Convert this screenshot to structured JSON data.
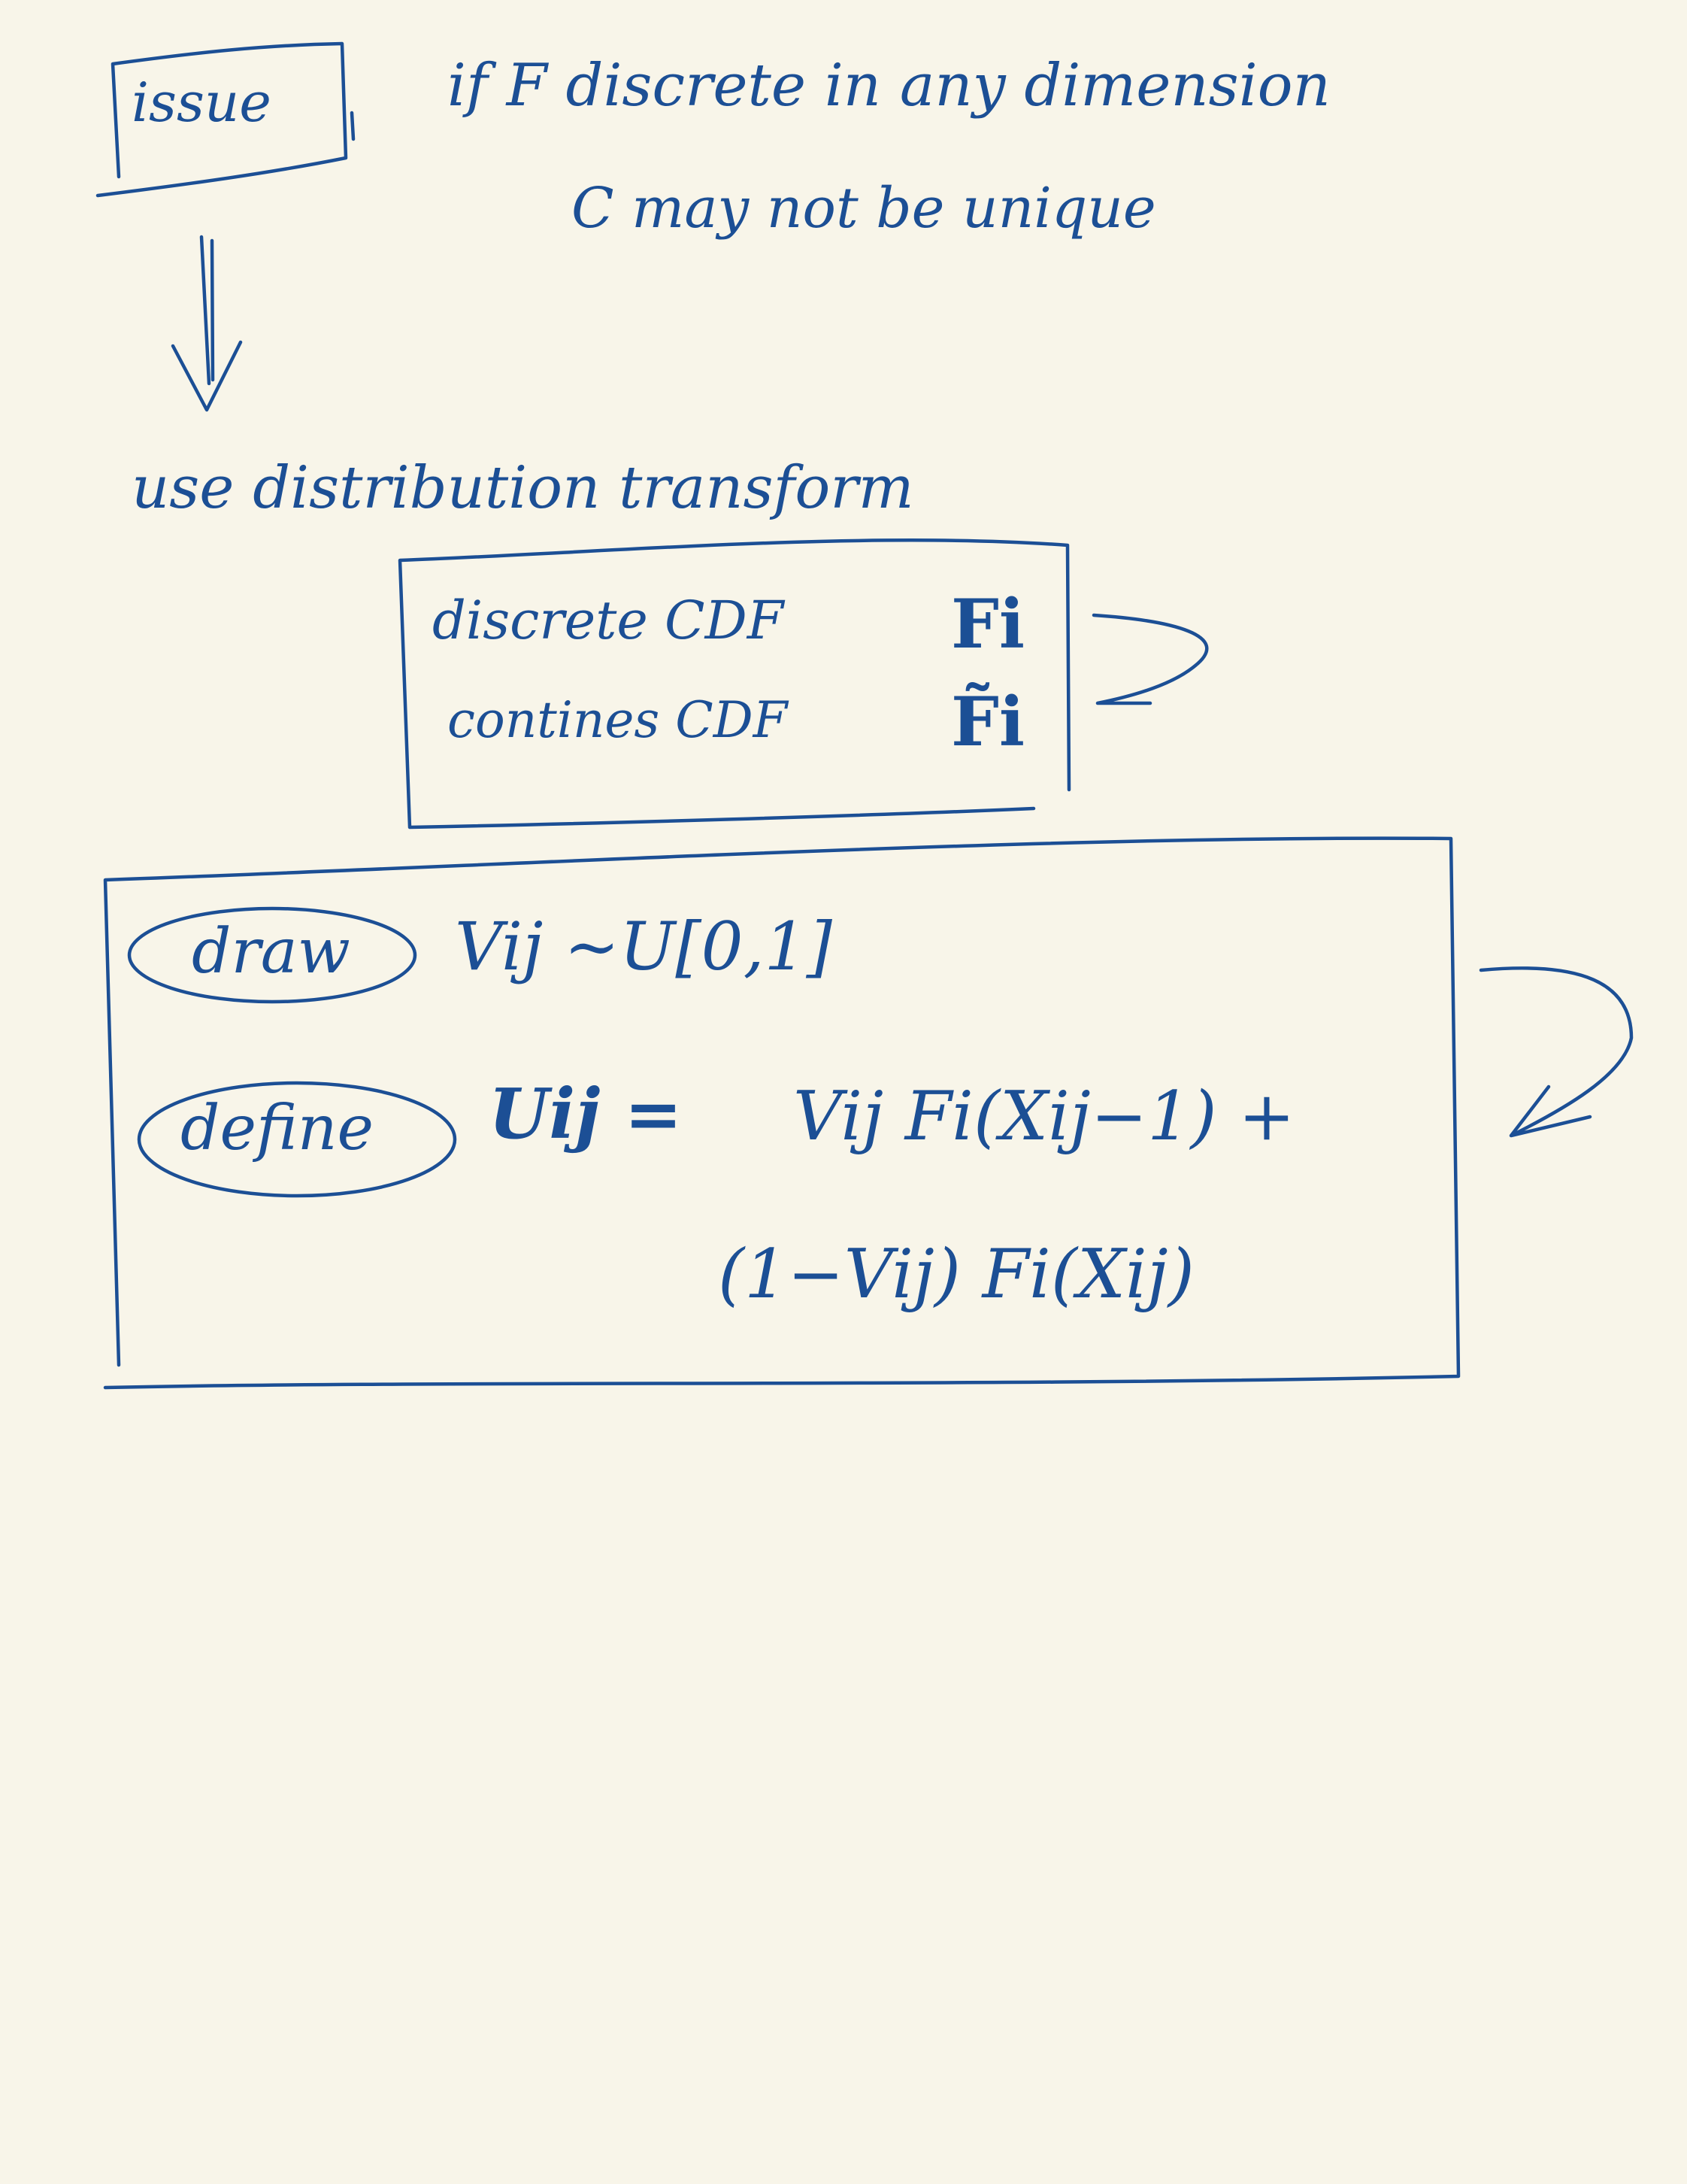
{
  "note": {
    "issue_label": "issue",
    "issue_line1": "if F discrete in any dimension",
    "issue_line2": "C may not be unique",
    "transform_heading": "use distribution transform",
    "cdf_box": {
      "discrete_label": "discrete CDF",
      "discrete_symbol": "Fi",
      "continuous_label": "contines CDF",
      "continuous_symbol": "F̃i"
    },
    "procedure_box": {
      "draw_label": "draw",
      "draw_formula": "Vij ~U[0,1]",
      "define_label": "define",
      "define_lhs": "Uij =",
      "define_rhs_line1": "Vij Fi(Xij−1) +",
      "define_rhs_line2": "(1−Vij) Fi(Xij)"
    }
  },
  "colors": {
    "paper": "#f8f5e9",
    "ink": "#1c4f95"
  }
}
